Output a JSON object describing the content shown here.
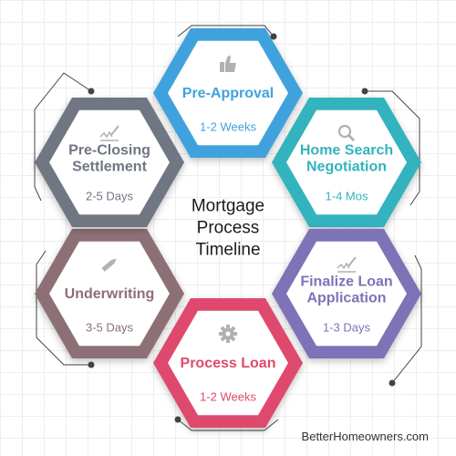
{
  "center": {
    "line1": "Mortgage",
    "line2": "Process",
    "line3": "Timeline"
  },
  "footer": "BetterHomeowners.com",
  "steps": [
    {
      "title": "Pre-Approval",
      "duration": "1-2 Weeks",
      "color": "#3fa2dc",
      "icon": "thumbs-up-icon"
    },
    {
      "title": "Home Search\nNegotiation",
      "duration": "1-4 Mos",
      "color": "#33b3bd",
      "icon": "magnifier-icon"
    },
    {
      "title": "Finalize Loan\nApplication",
      "duration": "1-3 Days",
      "color": "#7d73b6",
      "icon": "signature-icon"
    },
    {
      "title": "Process Loan",
      "duration": "1-2 Weeks",
      "color": "#de4a6d",
      "icon": "gear-icon"
    },
    {
      "title": "Underwriting",
      "duration": "3-5 Days",
      "color": "#8d6f76",
      "icon": "pencil-icon"
    },
    {
      "title": "Pre-Closing\nSettlement",
      "duration": "2-5 Days",
      "color": "#6f7682",
      "icon": "signature-icon"
    }
  ]
}
